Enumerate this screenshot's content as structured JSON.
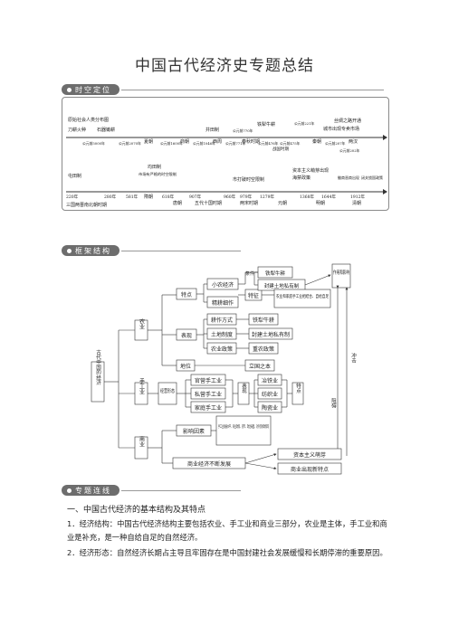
{
  "title": "中国古代经济史专题总结",
  "sections": {
    "timeline": "时空定位",
    "framework": "框架结构",
    "topics": "专题连线"
  },
  "timeline": {
    "upper_events": [
      "原始社会人类分布图",
      "刀耕火种",
      "石器锄耕",
      "井田制",
      "铁犁牛耕",
      "丝绸之路开通",
      "城市出现专卖市场"
    ],
    "upper_dates": [
      "公元前5000年",
      "公元前2070年",
      "公元前1600年",
      "公元前1046年",
      "公元前770年",
      "公元前771年",
      "公元前476年",
      "公元前475年",
      "公元前221年",
      "公元前207年",
      "公元前202年"
    ],
    "upper_eras": [
      "夏朝",
      "商朝",
      "西周",
      "春秋时期",
      "战国时期",
      "秦朝",
      "两汉"
    ],
    "lower_events": [
      "屯田制",
      "均田制",
      "市场有严格的时空限制",
      "市打破时空限制",
      "资本主义萌芽出现",
      "海禁政策",
      "徽商晋商出现",
      "闭关锁国政策"
    ],
    "lower_dates": [
      "220年",
      "280年",
      "581年",
      "618年",
      "907年",
      "960年",
      "979年",
      "1279年",
      "1368年",
      "1644年",
      "1912年"
    ],
    "lower_eras": [
      "三国两晋南北朝时期",
      "隋朝",
      "唐朝",
      "五代十国时期",
      "两宋时期",
      "元朝",
      "明朝",
      "清朝"
    ]
  },
  "framework": {
    "root": "古代中国的经济",
    "agriculture": "农业",
    "handicraft": "手工业",
    "commerce": "商业",
    "features": "特点",
    "small_peasant": "小农经济",
    "intensive": "精耕细作",
    "conditions": "条件",
    "iron_ox": "铁犁牛耕",
    "private_land": "封建土地私有制",
    "characteristic": "特征",
    "combine": "农业和家庭手工业相结合、自给自足",
    "role": "作用和影响",
    "obstruct": "阻碍",
    "impact": "冲击",
    "performance": "表现",
    "farming_method": "耕作方式",
    "iron_ox_2": "铁犁牛耕",
    "land_system": "土地制度",
    "private_land_2": "封建土地私有制",
    "agri_policy": "农业政策",
    "agri_first": "重农政策",
    "status": "地位",
    "foundation": "立国之本",
    "forms": "经营形态",
    "official": "官营手工业",
    "private": "私营手工业",
    "family": "家庭手工业",
    "hc_performance": "表现",
    "metallurgy": "冶铁业",
    "textile": "纺织业",
    "ceramics": "陶瓷业",
    "hc_features": "特点",
    "factors": "影响因素",
    "factors_text": "手工业发展水平、商业政策、货币、政治局面、对外贸易政策等",
    "sprout": "资本主义萌芽",
    "develop": "商业经济不断发展",
    "new_traits": "商业出现新特点"
  },
  "content": {
    "heading": "一、中国古代经济的基本结构及其特点",
    "p1_label": "1．经济结构：",
    "p1_text": "中国古代经济结构主要包括农业、手工业和商业三部分，农业是主体，手工业和商业是补充，是一种自给自足的自然经济。",
    "p2_label": "2．经济形态：",
    "p2_text": "自然经济长期占主导且牢固存在是中国封建社会发展缓慢和长期停滞的重要原因。"
  }
}
